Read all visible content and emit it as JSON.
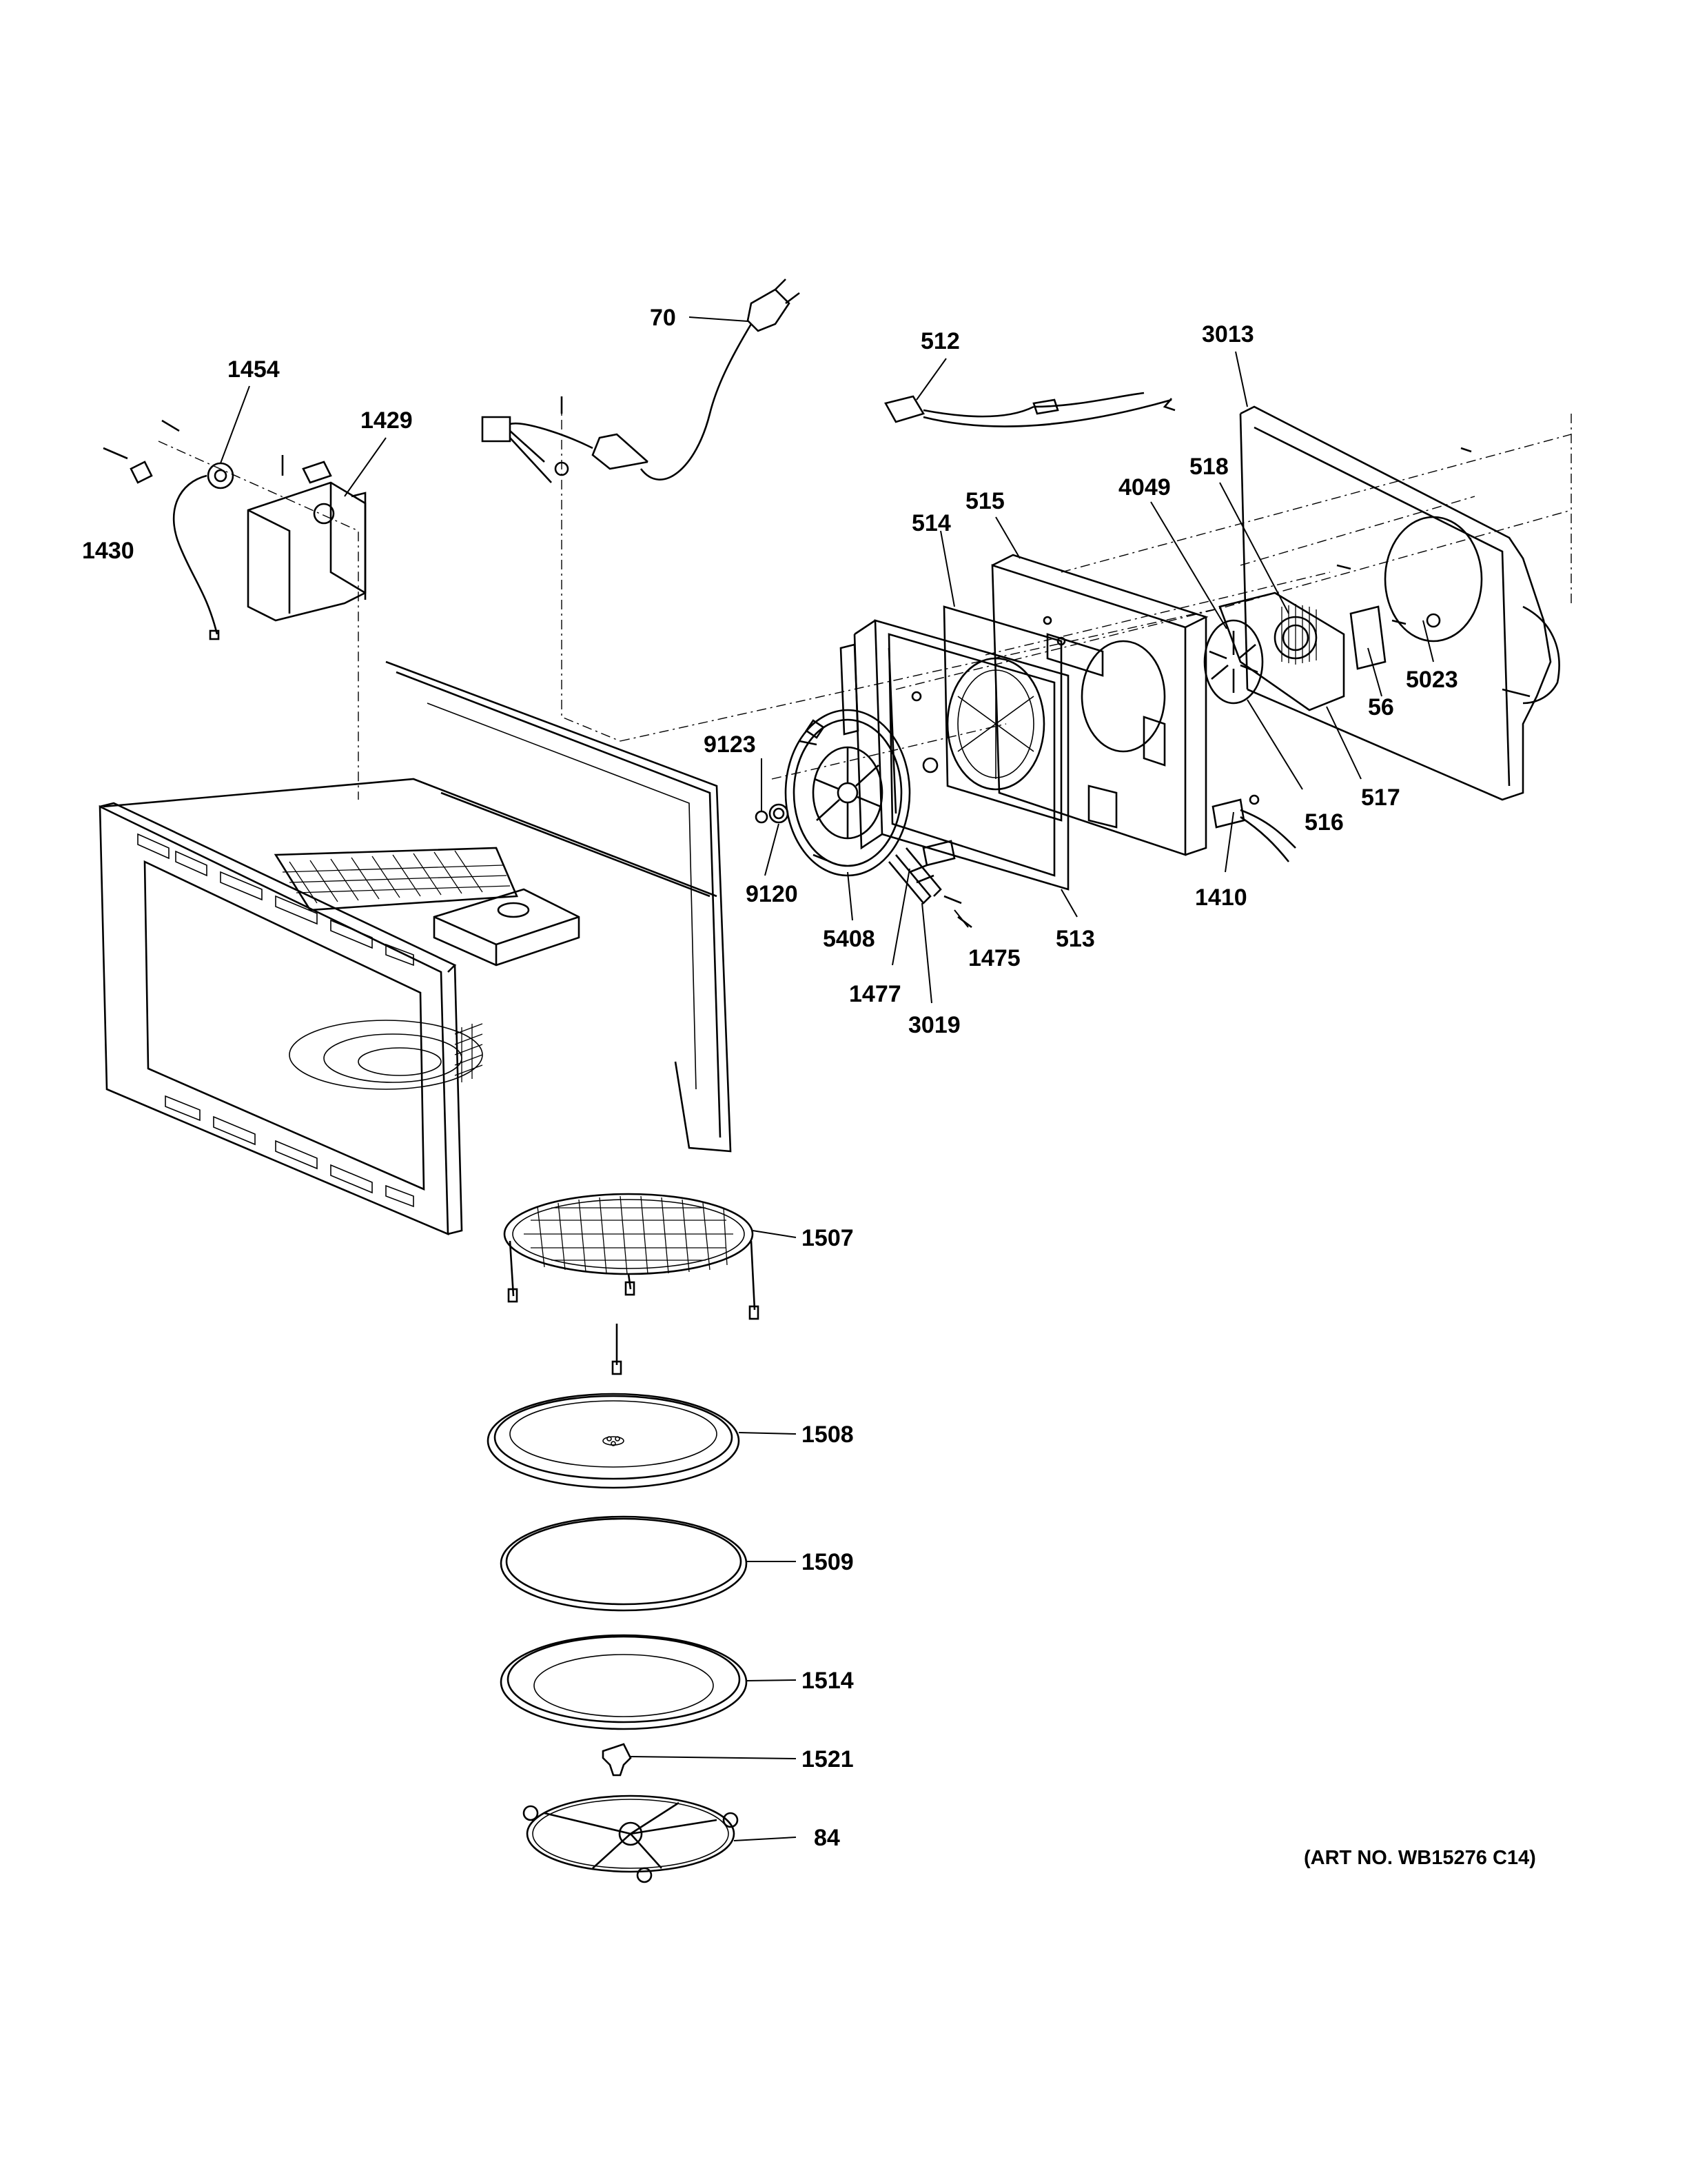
{
  "diagram": {
    "art_number": "(ART NO. WB15276 C14)",
    "callouts": {
      "p70": "70",
      "p512": "512",
      "p3013": "3013",
      "p1454": "1454",
      "p1429": "1429",
      "p1430": "1430",
      "p515": "515",
      "p514": "514",
      "p4049": "4049",
      "p518": "518",
      "p5023": "5023",
      "p56": "56",
      "p9123": "9123",
      "p9120": "9120",
      "p5408": "5408",
      "p1477": "1477",
      "p1475": "1475",
      "p3019": "3019",
      "p513": "513",
      "p516": "516",
      "p517": "517",
      "p1410": "1410",
      "p1507": "1507",
      "p1508": "1508",
      "p1509": "1509",
      "p1514": "1514",
      "p1521": "1521",
      "p84": "84"
    }
  }
}
